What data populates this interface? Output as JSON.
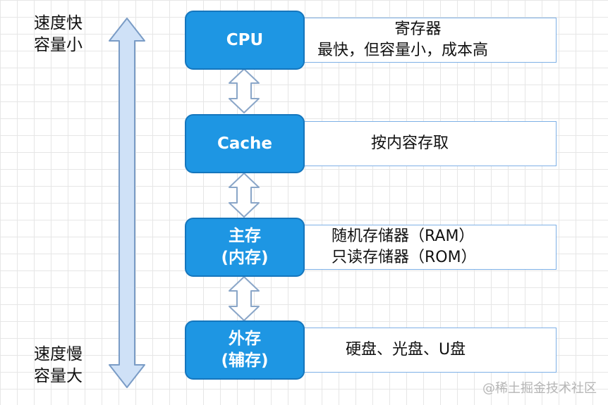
{
  "side_labels": {
    "top": [
      "速度快",
      "容量小"
    ],
    "bottom": [
      "速度慢",
      "容量大"
    ]
  },
  "layers": [
    {
      "title": [
        "CPU"
      ],
      "desc": [
        "寄存器",
        "最快，但容量小，成本高"
      ]
    },
    {
      "title": [
        "Cache"
      ],
      "desc": [
        "按内容存取"
      ]
    },
    {
      "title": [
        "主存",
        "(内存)"
      ],
      "desc": [
        "随机存储器（RAM）",
        "只读存储器（ROM）"
      ]
    },
    {
      "title": [
        "外存",
        "(辅存)"
      ],
      "desc": [
        "硬盘、光盘、U盘"
      ]
    }
  ],
  "watermark": "@稀土掘金技术社区",
  "colors": {
    "layer_fill": "#1e96e3",
    "desc_border": "#7eb0e6",
    "arrow_fill": "#cfe1f7",
    "arrow_stroke": "#7a9cc6"
  }
}
